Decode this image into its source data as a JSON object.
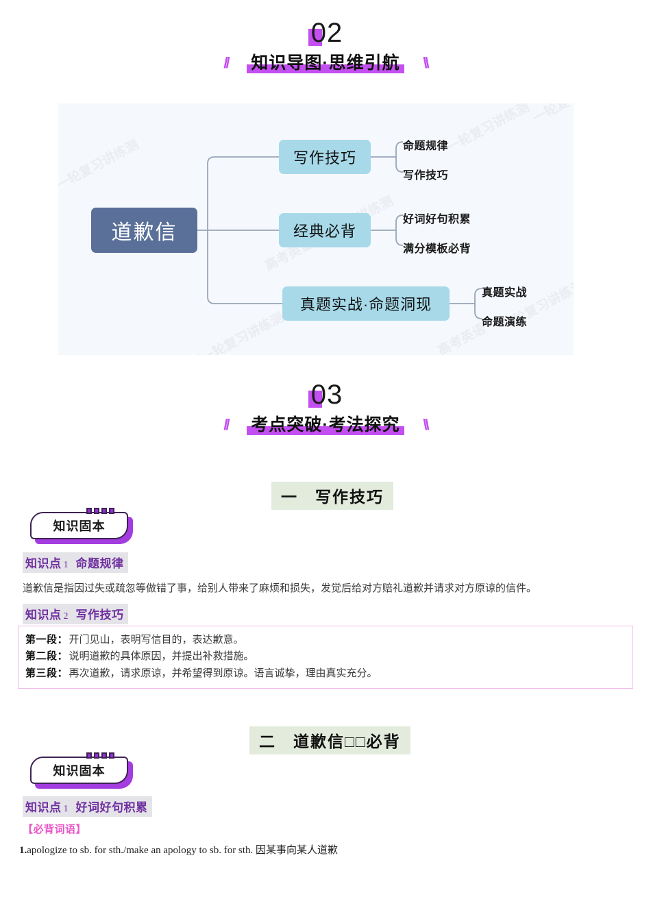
{
  "headers": [
    {
      "number": "02",
      "title": "知识导图·思维引航",
      "accent": "#c34ff0",
      "slash_left": "//",
      "slash_right": "\\\\"
    },
    {
      "number": "03",
      "title": "考点突破·考法探究",
      "accent": "#c34ff0",
      "slash_left": "//",
      "slash_right": "\\\\"
    }
  ],
  "mindmap": {
    "background": "#f5f8fd",
    "root": {
      "label": "道歉信",
      "color": "#5a7099",
      "text_color": "#ffffff"
    },
    "branch_color": "#a7d9e9",
    "branches": [
      {
        "label": "写作技巧",
        "leaves": [
          "命题规律",
          "写作技巧"
        ]
      },
      {
        "label": "经典必背",
        "leaves": [
          "好词好句积累",
          "满分模板必背"
        ]
      },
      {
        "label": "真题实战·命题洞现",
        "leaves": [
          "真题实战",
          "命题演练"
        ]
      }
    ],
    "watermarks": [
      "一轮复习讲练测",
      "高考英语一轮复习讲练测",
      "一轮复习讲练测",
      "高考英语一轮复习讲练测",
      "一轮复习讲练测",
      "高考英语",
      "一轮复"
    ]
  },
  "sections": [
    {
      "title": "一　写作技巧",
      "badge": "知识固本",
      "points": [
        {
          "name": "知识点",
          "num": "1",
          "sub": "命题规律"
        },
        {
          "name": "知识点",
          "num": "2",
          "sub": "写作技巧"
        }
      ],
      "paragraph": "道歉信是指因过失或疏忽等做错了事，给别人带来了麻烦和损失，发觉后给对方赔礼道歉并请求对方原谅的信件。",
      "box_rows": [
        {
          "key": "第一段",
          "colon": "：",
          "value": "开门见山，表明写信目的，表达歉意。"
        },
        {
          "key": "第二段",
          "colon": "：",
          "value": "说明道歉的具体原因，并提出补救措施。"
        },
        {
          "key": "第三段",
          "colon": "：",
          "value": "再次道歉，请求原谅，并希望得到原谅。语言诚挚，理由真实充分。"
        }
      ]
    },
    {
      "title": "二　道歉信□□必背",
      "badge": "知识固本",
      "points": [
        {
          "name": "知识点",
          "num": "1",
          "sub": "好词好句积累"
        }
      ],
      "tag": "【必背词语】",
      "vocab": [
        {
          "index": "1.",
          "text": "apologize to sb. for sth./make an apology to sb. for sth. 因某事向某人道歉"
        }
      ]
    }
  ],
  "colors": {
    "accent_purple": "#c34ff0",
    "point_purple": "#7030a0",
    "point_bg": "#e3e3e8",
    "section_green": "#e3ebdc",
    "pink_border": "#f0b8e8",
    "pink_text": "#e857c8",
    "map_bg": "#f5f8fd",
    "node_root": "#5a7099",
    "node_branch": "#a7d9e9"
  }
}
